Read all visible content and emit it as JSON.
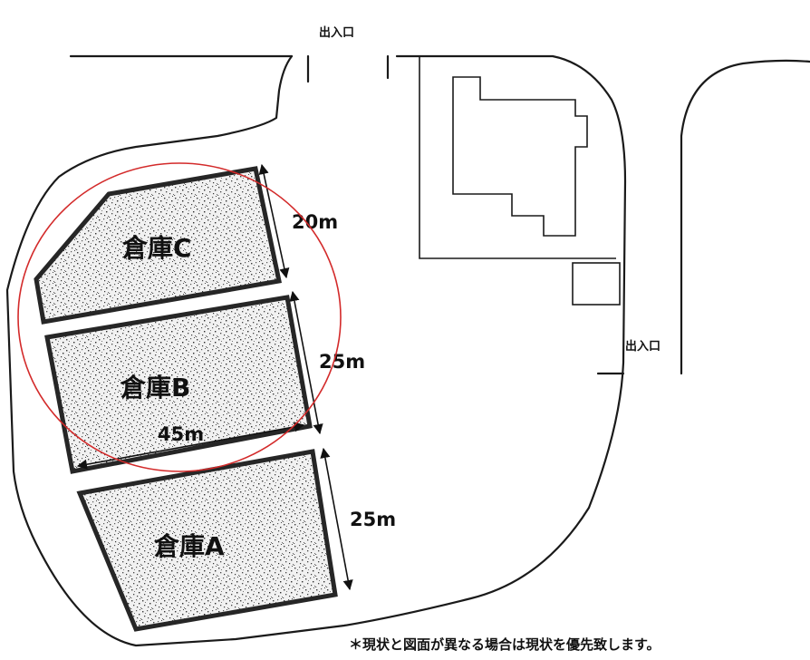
{
  "gates": [
    {
      "id": "north",
      "label": "出入口"
    },
    {
      "id": "east",
      "label": "出入口"
    }
  ],
  "warehouses": [
    {
      "id": "c",
      "label": "倉庫C"
    },
    {
      "id": "b",
      "label": "倉庫B"
    },
    {
      "id": "a",
      "label": "倉庫A"
    }
  ],
  "dimensions": [
    {
      "id": "c-depth",
      "label": "20m"
    },
    {
      "id": "b-depth",
      "label": "25m"
    },
    {
      "id": "b-width",
      "label": "45m"
    },
    {
      "id": "a-depth",
      "label": "25m"
    }
  ],
  "highlight": {
    "color": "#d32a2a"
  },
  "note": "＊現状と図面が異なる場合は現状を優先致します。"
}
